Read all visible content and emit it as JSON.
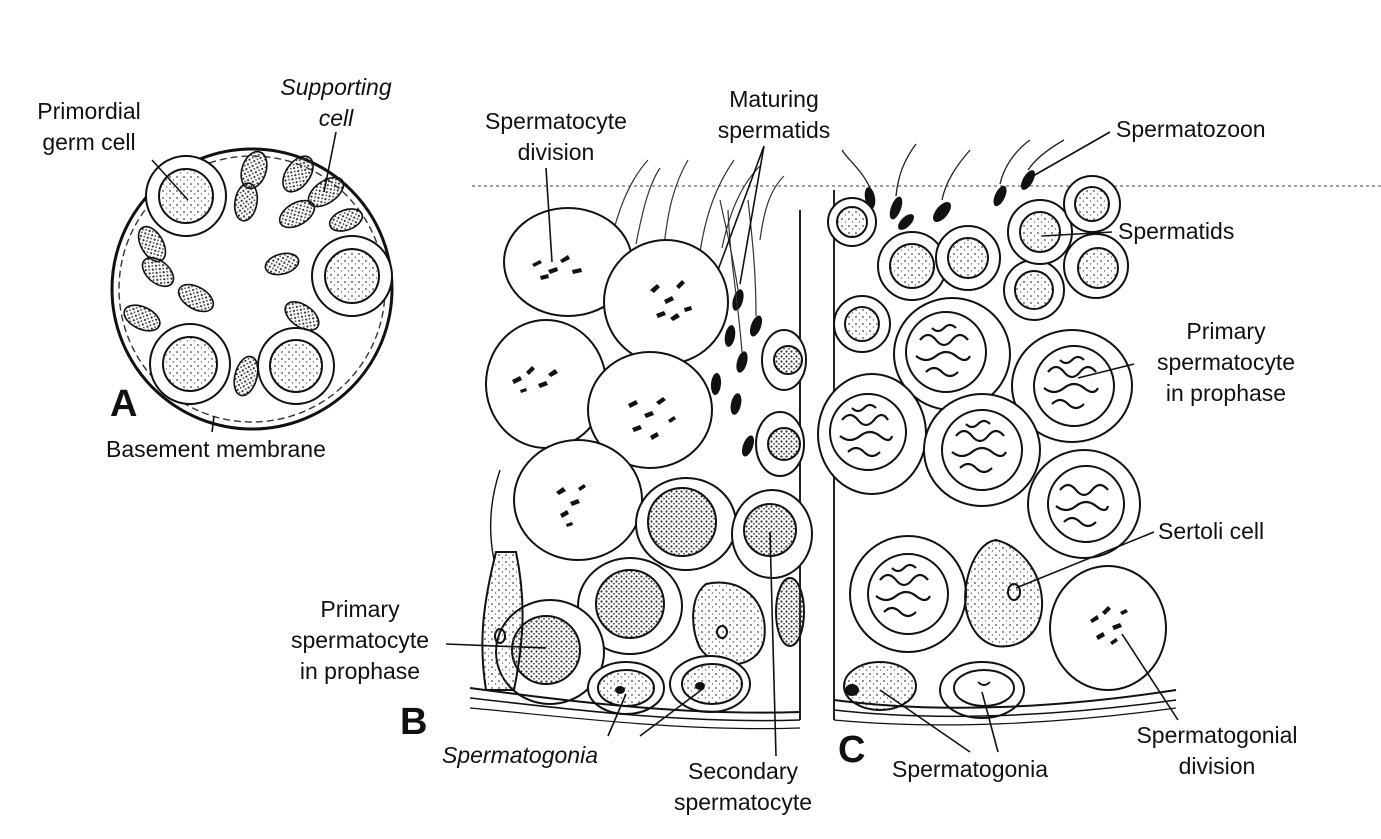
{
  "panels": {
    "a": "A",
    "b": "B",
    "c": "C"
  },
  "labels": {
    "primordial_germ_cell": [
      "Primordial",
      "germ cell"
    ],
    "supporting_cell": [
      "Supporting",
      "cell"
    ],
    "basement_membrane": "Basement membrane",
    "spermatocyte_division": [
      "Spermatocyte",
      "division"
    ],
    "maturing_spermatids": [
      "Maturing",
      "spermatids"
    ],
    "primary_spermatocyte_b": [
      "Primary",
      "spermatocyte",
      "in prophase"
    ],
    "spermatogonia_b": "Spermatogonia",
    "secondary_spermatocyte": [
      "Secondary",
      "spermatocyte"
    ],
    "spermatozoon": "Spermatozoon",
    "spermatids": "Spermatids",
    "primary_spermatocyte_c": [
      "Primary",
      "spermatocyte",
      "in prophase"
    ],
    "sertoli_cell": "Sertoli cell",
    "spermatogonia_c": "Spermatogonia",
    "spermatogonial_division": [
      "Spermatogonial",
      "division"
    ]
  },
  "colors": {
    "ink": "#111111",
    "background": "#ffffff",
    "stipple": "#555555"
  }
}
